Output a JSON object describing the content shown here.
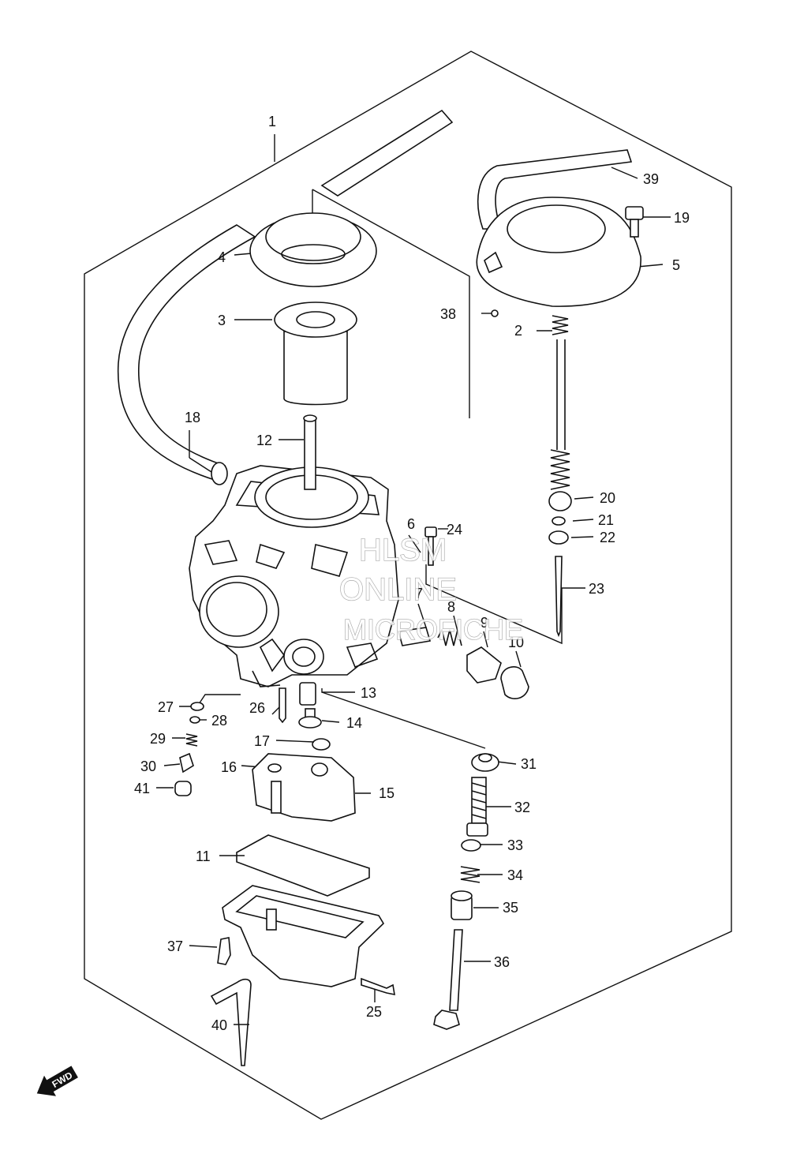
{
  "colors": {
    "ink": "#111111",
    "paper": "#ffffff",
    "watermark": "#9a9a9a"
  },
  "watermark": {
    "line1": "HLSM",
    "line2": "ONLINE",
    "line3": "MICROFICHE"
  },
  "fwd_label": "FWD",
  "callouts": [
    {
      "id": "1",
      "text": "1"
    },
    {
      "id": "2",
      "text": "2"
    },
    {
      "id": "3",
      "text": "3"
    },
    {
      "id": "4",
      "text": "4"
    },
    {
      "id": "5",
      "text": "5"
    },
    {
      "id": "6",
      "text": "6"
    },
    {
      "id": "7",
      "text": "7"
    },
    {
      "id": "8",
      "text": "8"
    },
    {
      "id": "9",
      "text": "9"
    },
    {
      "id": "10",
      "text": "10"
    },
    {
      "id": "11",
      "text": "11"
    },
    {
      "id": "12",
      "text": "12"
    },
    {
      "id": "13",
      "text": "13"
    },
    {
      "id": "14",
      "text": "14"
    },
    {
      "id": "15",
      "text": "15"
    },
    {
      "id": "16",
      "text": "16"
    },
    {
      "id": "17",
      "text": "17"
    },
    {
      "id": "18",
      "text": "18"
    },
    {
      "id": "19",
      "text": "19"
    },
    {
      "id": "20",
      "text": "20"
    },
    {
      "id": "21",
      "text": "21"
    },
    {
      "id": "22",
      "text": "22"
    },
    {
      "id": "23",
      "text": "23"
    },
    {
      "id": "24",
      "text": "24"
    },
    {
      "id": "25",
      "text": "25"
    },
    {
      "id": "26",
      "text": "26"
    },
    {
      "id": "27",
      "text": "27"
    },
    {
      "id": "28",
      "text": "28"
    },
    {
      "id": "29",
      "text": "29"
    },
    {
      "id": "30",
      "text": "30"
    },
    {
      "id": "31",
      "text": "31"
    },
    {
      "id": "32",
      "text": "32"
    },
    {
      "id": "33",
      "text": "33"
    },
    {
      "id": "34",
      "text": "34"
    },
    {
      "id": "35",
      "text": "35"
    },
    {
      "id": "36",
      "text": "36"
    },
    {
      "id": "37",
      "text": "37"
    },
    {
      "id": "38",
      "text": "38"
    },
    {
      "id": "39",
      "text": "39"
    },
    {
      "id": "40",
      "text": "40"
    },
    {
      "id": "41",
      "text": "41"
    }
  ]
}
